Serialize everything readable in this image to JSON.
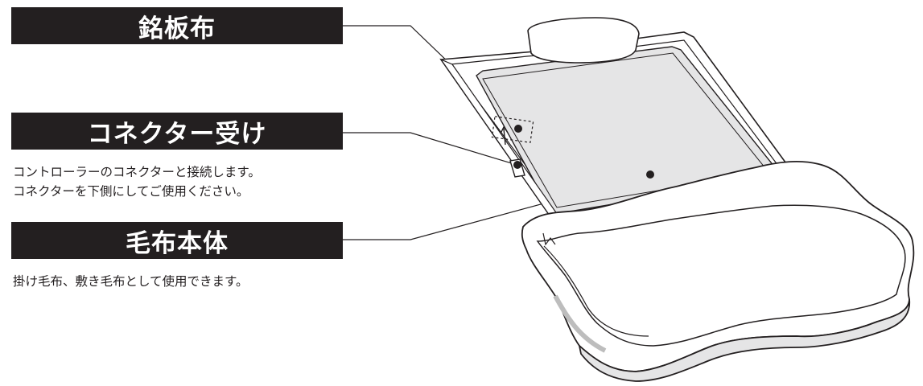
{
  "labels": [
    {
      "title": "銘板布",
      "description": []
    },
    {
      "title": "コネクター受け",
      "description": [
        "コントローラーのコネクターと接続します。",
        "コネクターを下側にしてご使用ください。"
      ]
    },
    {
      "title": "毛布本体",
      "description": [
        "掛け毛布、敷き毛布として使用できます。"
      ]
    }
  ],
  "colors": {
    "label_bg": "#231f20",
    "label_text": "#ffffff",
    "blanket_fill": "#e5e5e6",
    "line": "#231f20"
  }
}
